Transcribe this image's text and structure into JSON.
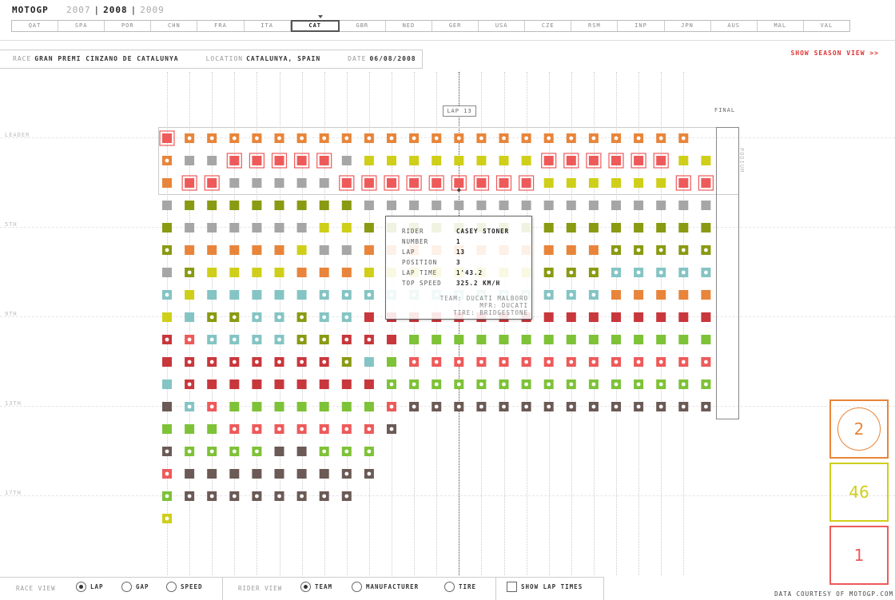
{
  "header": {
    "brand": "MOTOGP",
    "years": [
      "2007",
      "2008",
      "2009"
    ],
    "selected_year": "2008"
  },
  "races": [
    "QAT",
    "SPA",
    "POR",
    "CHN",
    "FRA",
    "ITA",
    "CAT",
    "GBR",
    "NED",
    "GER",
    "USA",
    "CZE",
    "RSM",
    "INP",
    "JPN",
    "AUS",
    "MAL",
    "VAL"
  ],
  "selected_race": "CAT",
  "race_info": {
    "race_label": "RACE",
    "race": "GRAN PREMI CINZANO DE CATALUNYA",
    "location_label": "LOCATION",
    "location": "CATALUNYA, SPAIN",
    "date_label": "DATE",
    "date": "06/08/2008"
  },
  "season_link": "SHOW SEASON VIEW >>",
  "position_labels": [
    "LEADER",
    "5TH",
    "9TH",
    "13TH",
    "17TH"
  ],
  "lap_label": "LAP 13",
  "final_label": "FINAL",
  "podium_label": "PODIUM",
  "colors": {
    "orange": "#e8853a",
    "grey": "#a6a6a6",
    "red": "#ee5a5a",
    "olive": "#8a9a12",
    "lime": "#cfcf1a",
    "teal": "#85c4c4",
    "crimson": "#c8373c",
    "green": "#7ec238",
    "brown": "#6b5a55"
  },
  "palette_order": [
    "orange",
    "grey",
    "red",
    "olive",
    "lime",
    "teal",
    "crimson",
    "green",
    "brown"
  ],
  "chart_data": {
    "type": "table",
    "laps": 23,
    "selected_lap": 13,
    "grid": [
      [
        "r*",
        "o.",
        "o.",
        "o.",
        "o.",
        "o.",
        "o.",
        "o.",
        "o.",
        "o.",
        "o.",
        "o.",
        "o.",
        "o.",
        "o.",
        "o.",
        "o.",
        "o.",
        "o.",
        "o.",
        "o.",
        "o.",
        "o.",
        "o."
      ],
      [
        "o.",
        "g",
        "g",
        "r*",
        "r*",
        "r*",
        "r*",
        "r*",
        "g",
        "l",
        "l",
        "l",
        "l",
        "l",
        "l",
        "l",
        "l",
        "r*",
        "r*",
        "r*",
        "r*",
        "r*",
        "r*",
        "l",
        "l"
      ],
      [
        "o",
        "r*",
        "r*",
        "g",
        "g",
        "g",
        "g",
        "g",
        "r*",
        "r*",
        "r*",
        "r*",
        "r*",
        "r*",
        "r*",
        "r*",
        "r*",
        "l",
        "l",
        "l",
        "l",
        "l",
        "l",
        "r*",
        "r*"
      ],
      [
        "g",
        "v",
        "v",
        "v",
        "v",
        "v",
        "v",
        "v",
        "v",
        "g",
        "g",
        "g",
        "g",
        "g",
        "g",
        "g",
        "g",
        "g",
        "g",
        "g",
        "g",
        "g",
        "g",
        "g",
        "g"
      ],
      [
        "v",
        "g",
        "g",
        "g",
        "g",
        "g",
        "g",
        "l",
        "l",
        "v",
        "v",
        "v",
        "v",
        "v",
        "v",
        "v",
        "v",
        "v",
        "v",
        "v",
        "v",
        "v",
        "v",
        "v",
        "v"
      ],
      [
        "v.",
        "o",
        "o",
        "o",
        "o",
        "o",
        "l",
        "g",
        "g",
        "o",
        "o",
        "o",
        "o",
        "o",
        "o",
        "o",
        "o",
        "o",
        "o",
        "o",
        "v.",
        "v.",
        "v.",
        "v.",
        "v."
      ],
      [
        "g",
        "v.",
        "l",
        "l",
        "l",
        "l",
        "o",
        "o",
        "o",
        "l",
        "l",
        "l",
        "l",
        "l",
        "l",
        "l",
        "l",
        "v.",
        "v.",
        "v.",
        "t.",
        "t.",
        "t.",
        "t.",
        "t."
      ],
      [
        "t.",
        "l",
        "t",
        "t",
        "t",
        "t",
        "t",
        "t.",
        "t.",
        "t.",
        "t.",
        "t.",
        "t.",
        "t.",
        "t.",
        "t.",
        "t.",
        "t.",
        "t.",
        "t.",
        "o",
        "o",
        "o",
        "o",
        "o"
      ],
      [
        "l",
        "t",
        "v.",
        "v.",
        "t.",
        "t.",
        "v.",
        "t.",
        "t.",
        "c",
        "c",
        "c",
        "c",
        "c",
        "c",
        "c",
        "c",
        "c",
        "c",
        "c",
        "c",
        "c",
        "c",
        "c",
        "c"
      ],
      [
        "c.",
        "r.",
        "t.",
        "t.",
        "t.",
        "t.",
        "v.",
        "v.",
        "c.",
        "c.",
        "c",
        "e",
        "e",
        "e",
        "e",
        "e",
        "e",
        "e",
        "e",
        "e",
        "e",
        "e",
        "e",
        "e",
        "e"
      ],
      [
        "c",
        "c.",
        "c.",
        "c.",
        "c.",
        "c.",
        "c.",
        "c.",
        "v.",
        "t",
        "e",
        "r.",
        "r.",
        "r.",
        "r.",
        "r.",
        "r.",
        "r.",
        "r.",
        "r.",
        "r.",
        "r.",
        "r.",
        "r.",
        "r."
      ],
      [
        "t",
        "c.",
        "c",
        "c",
        "c",
        "c",
        "c",
        "c",
        "c",
        "c",
        "e.",
        "e.",
        "e.",
        "e.",
        "e.",
        "e.",
        "e.",
        "e.",
        "e.",
        "e.",
        "e.",
        "e.",
        "e.",
        "e.",
        "e."
      ],
      [
        "b",
        "t.",
        "r.",
        "e",
        "e",
        "e",
        "e",
        "e",
        "e",
        "e",
        "r.",
        "b.",
        "b.",
        "b.",
        "b.",
        "b.",
        "b.",
        "b.",
        "b.",
        "b.",
        "b.",
        "b.",
        "b.",
        "b.",
        "b."
      ],
      [
        "e",
        "e",
        "e",
        "r.",
        "r.",
        "r.",
        "r.",
        "r.",
        "r.",
        "r.",
        "b."
      ],
      [
        "b.",
        "e.",
        "e.",
        "e.",
        "e.",
        "b",
        "b",
        "e.",
        "e.",
        "e."
      ],
      [
        "r.",
        "b",
        "b",
        "b",
        "b",
        "b",
        "b",
        "b",
        "b.",
        "b."
      ],
      [
        "e.",
        "b.",
        "b.",
        "b.",
        "b.",
        "b.",
        "b.",
        "b.",
        "b."
      ],
      [
        "l."
      ]
    ]
  },
  "tooltip": {
    "rider_label": "RIDER",
    "rider": "CASEY STONER",
    "number_label": "NUMBER",
    "number": "1",
    "lap_label": "LAP",
    "lap": "13",
    "position_label": "POSITION",
    "position": "3",
    "laptime_label": "LAP TIME",
    "laptime": "1'43.2",
    "topspeed_label": "TOP SPEED",
    "topspeed": "325.2 KM/H",
    "team": "TEAM: DUCATI MALBORO",
    "mfr": "MFR: DUCATI",
    "tire": "TIRE: BRIDGESTONE"
  },
  "stats": [
    {
      "value": "2",
      "color": "#e8853a"
    },
    {
      "value": "46",
      "color": "#cfcf1a"
    },
    {
      "value": "1",
      "color": "#ee5a5a"
    }
  ],
  "bottom": {
    "race_view_label": "RACE VIEW",
    "lap": "LAP",
    "gap": "GAP",
    "speed": "SPEED",
    "rider_view_label": "RIDER VIEW",
    "team": "TEAM",
    "manufacturer": "MANUFACTURER",
    "tire": "TIRE",
    "show_lap_times": "SHOW LAP TIMES"
  },
  "credit": "DATA COURTESY OF MOTOGP.COM"
}
